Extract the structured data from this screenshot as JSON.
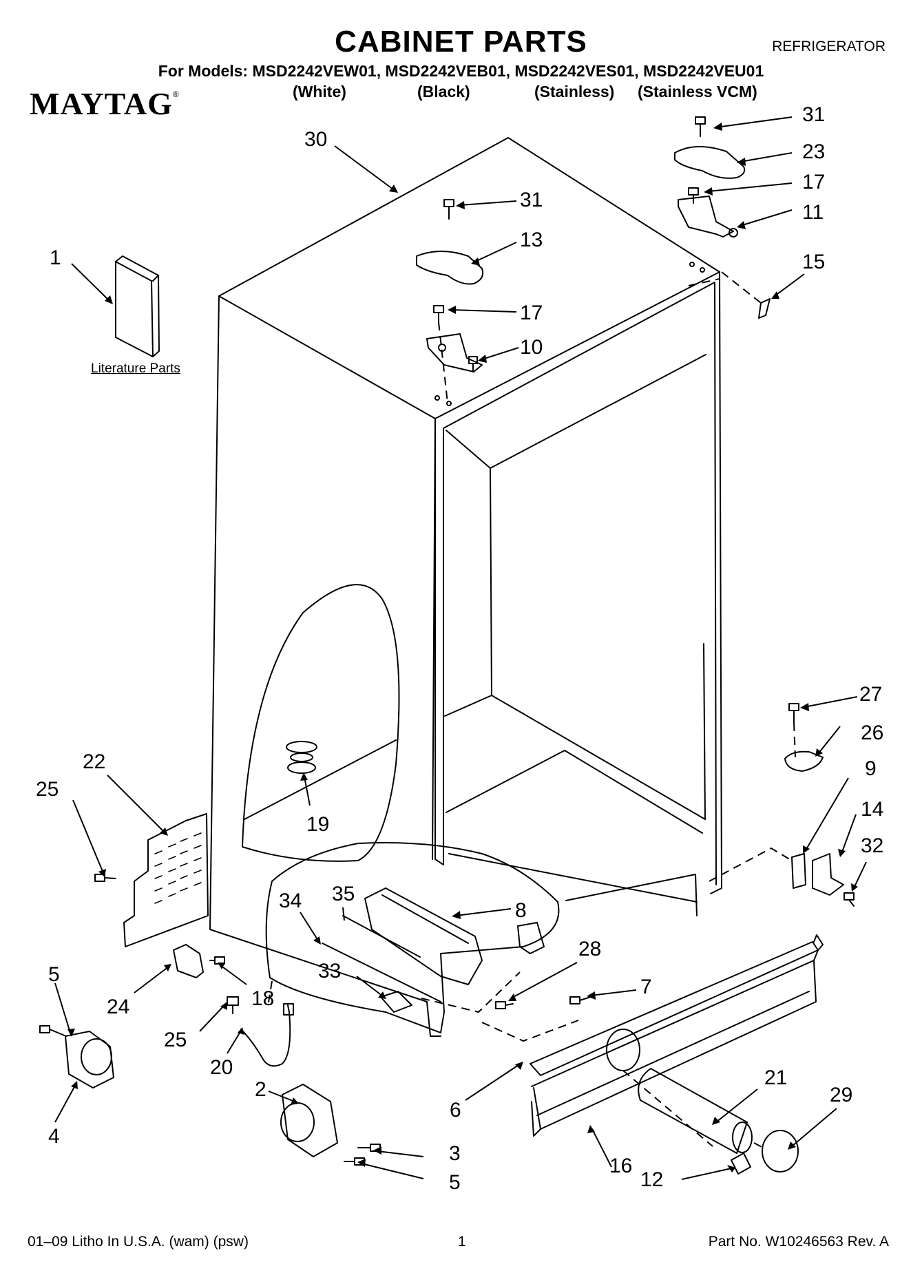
{
  "header": {
    "title": "CABINET PARTS",
    "appliance": "REFRIGERATOR",
    "models": "For Models: MSD2242VEW01, MSD2242VEB01, MSD2242VES01, MSD2242VEU01",
    "brand": "MAYTAG",
    "brand_mark": "®",
    "colors": [
      "(White)",
      "(Black)",
      "(Stainless)",
      "(Stainless VCM)"
    ]
  },
  "literature_label": "Literature Parts",
  "callouts": [
    {
      "id": "c30",
      "text": "30"
    },
    {
      "id": "c31a",
      "text": "31"
    },
    {
      "id": "c23",
      "text": "23"
    },
    {
      "id": "c17a",
      "text": "17"
    },
    {
      "id": "c11",
      "text": "11"
    },
    {
      "id": "c15",
      "text": "15"
    },
    {
      "id": "c31b",
      "text": "31"
    },
    {
      "id": "c13",
      "text": "13"
    },
    {
      "id": "c17b",
      "text": "17"
    },
    {
      "id": "c10",
      "text": "10"
    },
    {
      "id": "c1",
      "text": "1"
    },
    {
      "id": "c27",
      "text": "27"
    },
    {
      "id": "c26",
      "text": "26"
    },
    {
      "id": "c9",
      "text": "9"
    },
    {
      "id": "c14",
      "text": "14"
    },
    {
      "id": "c32",
      "text": "32"
    },
    {
      "id": "c22",
      "text": "22"
    },
    {
      "id": "c25a",
      "text": "25"
    },
    {
      "id": "c19",
      "text": "19"
    },
    {
      "id": "c35",
      "text": "35"
    },
    {
      "id": "c34",
      "text": "34"
    },
    {
      "id": "c8",
      "text": "8"
    },
    {
      "id": "c28",
      "text": "28"
    },
    {
      "id": "c7",
      "text": "7"
    },
    {
      "id": "c33",
      "text": "33"
    },
    {
      "id": "c5a",
      "text": "5"
    },
    {
      "id": "c24",
      "text": "24"
    },
    {
      "id": "c18",
      "text": "18"
    },
    {
      "id": "c25b",
      "text": "25"
    },
    {
      "id": "c20",
      "text": "20"
    },
    {
      "id": "c4",
      "text": "4"
    },
    {
      "id": "c2",
      "text": "2"
    },
    {
      "id": "c6",
      "text": "6"
    },
    {
      "id": "c21",
      "text": "21"
    },
    {
      "id": "c29",
      "text": "29"
    },
    {
      "id": "c3",
      "text": "3"
    },
    {
      "id": "c5b",
      "text": "5"
    },
    {
      "id": "c16",
      "text": "16"
    },
    {
      "id": "c12",
      "text": "12"
    }
  ],
  "footer": {
    "left": "01–09 Litho In U.S.A. (wam) (psw)",
    "page": "1",
    "right": "Part No. W10246563 Rev. A"
  }
}
